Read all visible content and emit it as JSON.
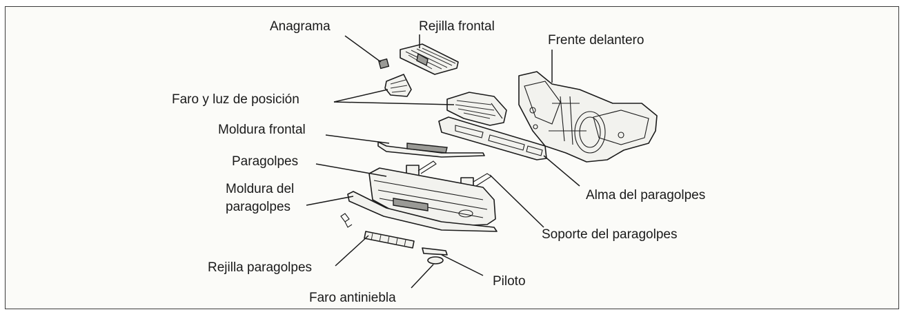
{
  "labels": {
    "anagrama": "Anagrama",
    "rejilla_frontal": "Rejilla frontal",
    "frente_delantero": "Frente delantero",
    "faro_luz_posicion": "Faro y luz de posición",
    "moldura_frontal": "Moldura frontal",
    "paragolpes": "Paragolpes",
    "moldura_paragolpes_line1": "Moldura del",
    "moldura_paragolpes_line2": "paragolpes",
    "alma_paragolpes": "Alma del paragolpes",
    "soporte_paragolpes": "Soporte del paragolpes",
    "rejilla_paragolpes": "Rejilla paragolpes",
    "piloto": "Piloto",
    "faro_antiniebla": "Faro antiniebla"
  }
}
